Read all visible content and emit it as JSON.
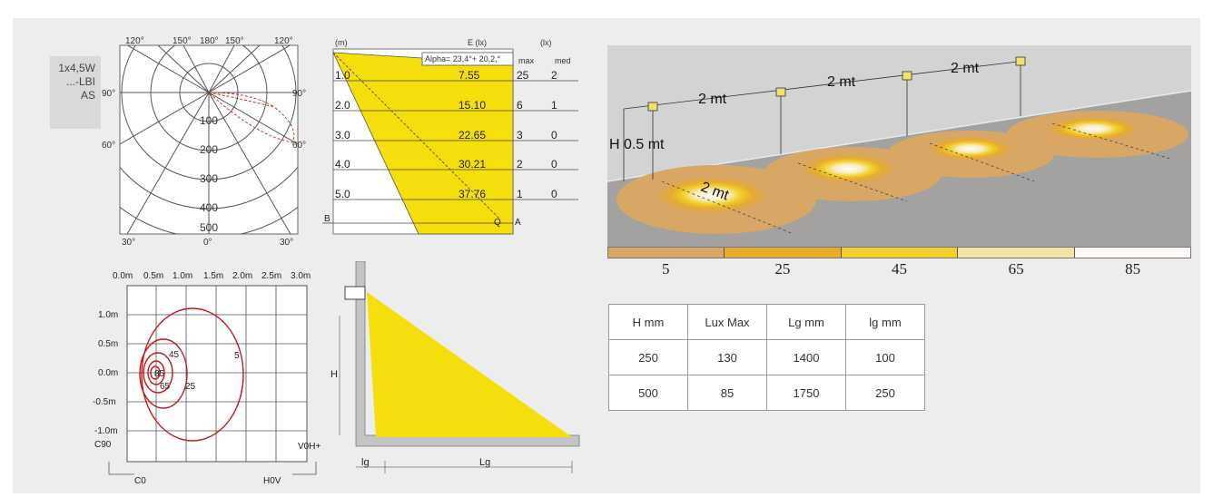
{
  "badge": {
    "line1": "1x4,5W",
    "line2": "...-LBI",
    "line3": "AS"
  },
  "polar": {
    "top_labels": [
      "120°",
      "150°",
      "180°",
      "150°",
      "120°"
    ],
    "left_labels": [
      "90°",
      "60°"
    ],
    "right_labels": [
      "90°",
      "60°"
    ],
    "bottom_labels": [
      "30°",
      "0°",
      "30°"
    ],
    "radial_labels": [
      "100",
      "200",
      "300",
      "400",
      "500"
    ]
  },
  "cone_table": {
    "header_left": "(m)",
    "header_mid": "E (lx)",
    "header_right": "(lx)",
    "alpha": "Alpha= 23,4°+ 20,2,°",
    "col_max": "max",
    "col_med": "med",
    "rows": [
      {
        "d": "1.0",
        "w": "7.55",
        "max": "25",
        "med": "2"
      },
      {
        "d": "2.0",
        "w": "15.10",
        "max": "6",
        "med": "1"
      },
      {
        "d": "3.0",
        "w": "22.65",
        "max": "3",
        "med": "0"
      },
      {
        "d": "4.0",
        "w": "30.21",
        "max": "2",
        "med": "0"
      },
      {
        "d": "5.0",
        "w": "37.76",
        "max": "1",
        "med": "0"
      }
    ],
    "label_b": "B",
    "label_q": "Q",
    "label_a": "A"
  },
  "isolux": {
    "x_labels": [
      "0.0m",
      "0.5m",
      "1.0m",
      "1.5m",
      "2.0m",
      "2.5m",
      "3.0m"
    ],
    "y_labels": [
      "1.0m",
      "0.5m",
      "0.0m",
      "-0.5m",
      "-1.0m"
    ],
    "contour_labels": [
      "85",
      "65",
      "45",
      "25",
      "5"
    ],
    "c90": "C90",
    "c0": "C0",
    "h0v": "H0V",
    "v0h": "V0H+"
  },
  "section": {
    "h_label": "H",
    "ig_label": "lg",
    "lg_label": "Lg"
  },
  "scene": {
    "spacing_label": "2 mt",
    "floor_label": "2 mt",
    "height_label": "H 0.5 mt"
  },
  "scale": {
    "values": [
      "5",
      "25",
      "45",
      "65",
      "85"
    ],
    "colors": [
      "#d8a665",
      "#e8ac2c",
      "#f2cf2a",
      "#f4e3a6",
      "#fcfaf2"
    ]
  },
  "table": {
    "headers": [
      "H mm",
      "Lux  Max",
      "Lg mm",
      "lg mm"
    ],
    "rows": [
      [
        "250",
        "130",
        "1400",
        "100"
      ],
      [
        "500",
        "85",
        "1750",
        "250"
      ]
    ]
  }
}
